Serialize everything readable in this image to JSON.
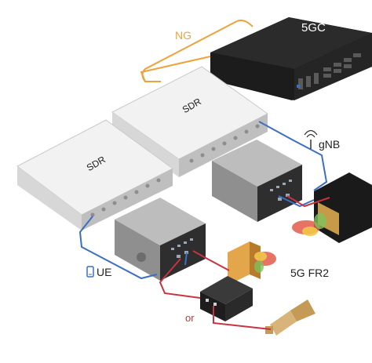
{
  "labels": {
    "core": "5GC",
    "ng_link": "NG",
    "sdr_upper": "SDR",
    "sdr_lower": "SDR",
    "gnb": "gNB",
    "ue": "UE",
    "fr2": "5G FR2",
    "or": "or"
  },
  "icons": {
    "gnb": "antenna-icon",
    "ue": "phone-icon"
  },
  "colors": {
    "ng_link": "#f0a23a",
    "ethernet_link": "#3b6fc4",
    "rf_link": "#c8333f",
    "core_server": "#1e1e1e",
    "sdr_body": "#ededed",
    "converter_box": "#3a3a3a"
  }
}
